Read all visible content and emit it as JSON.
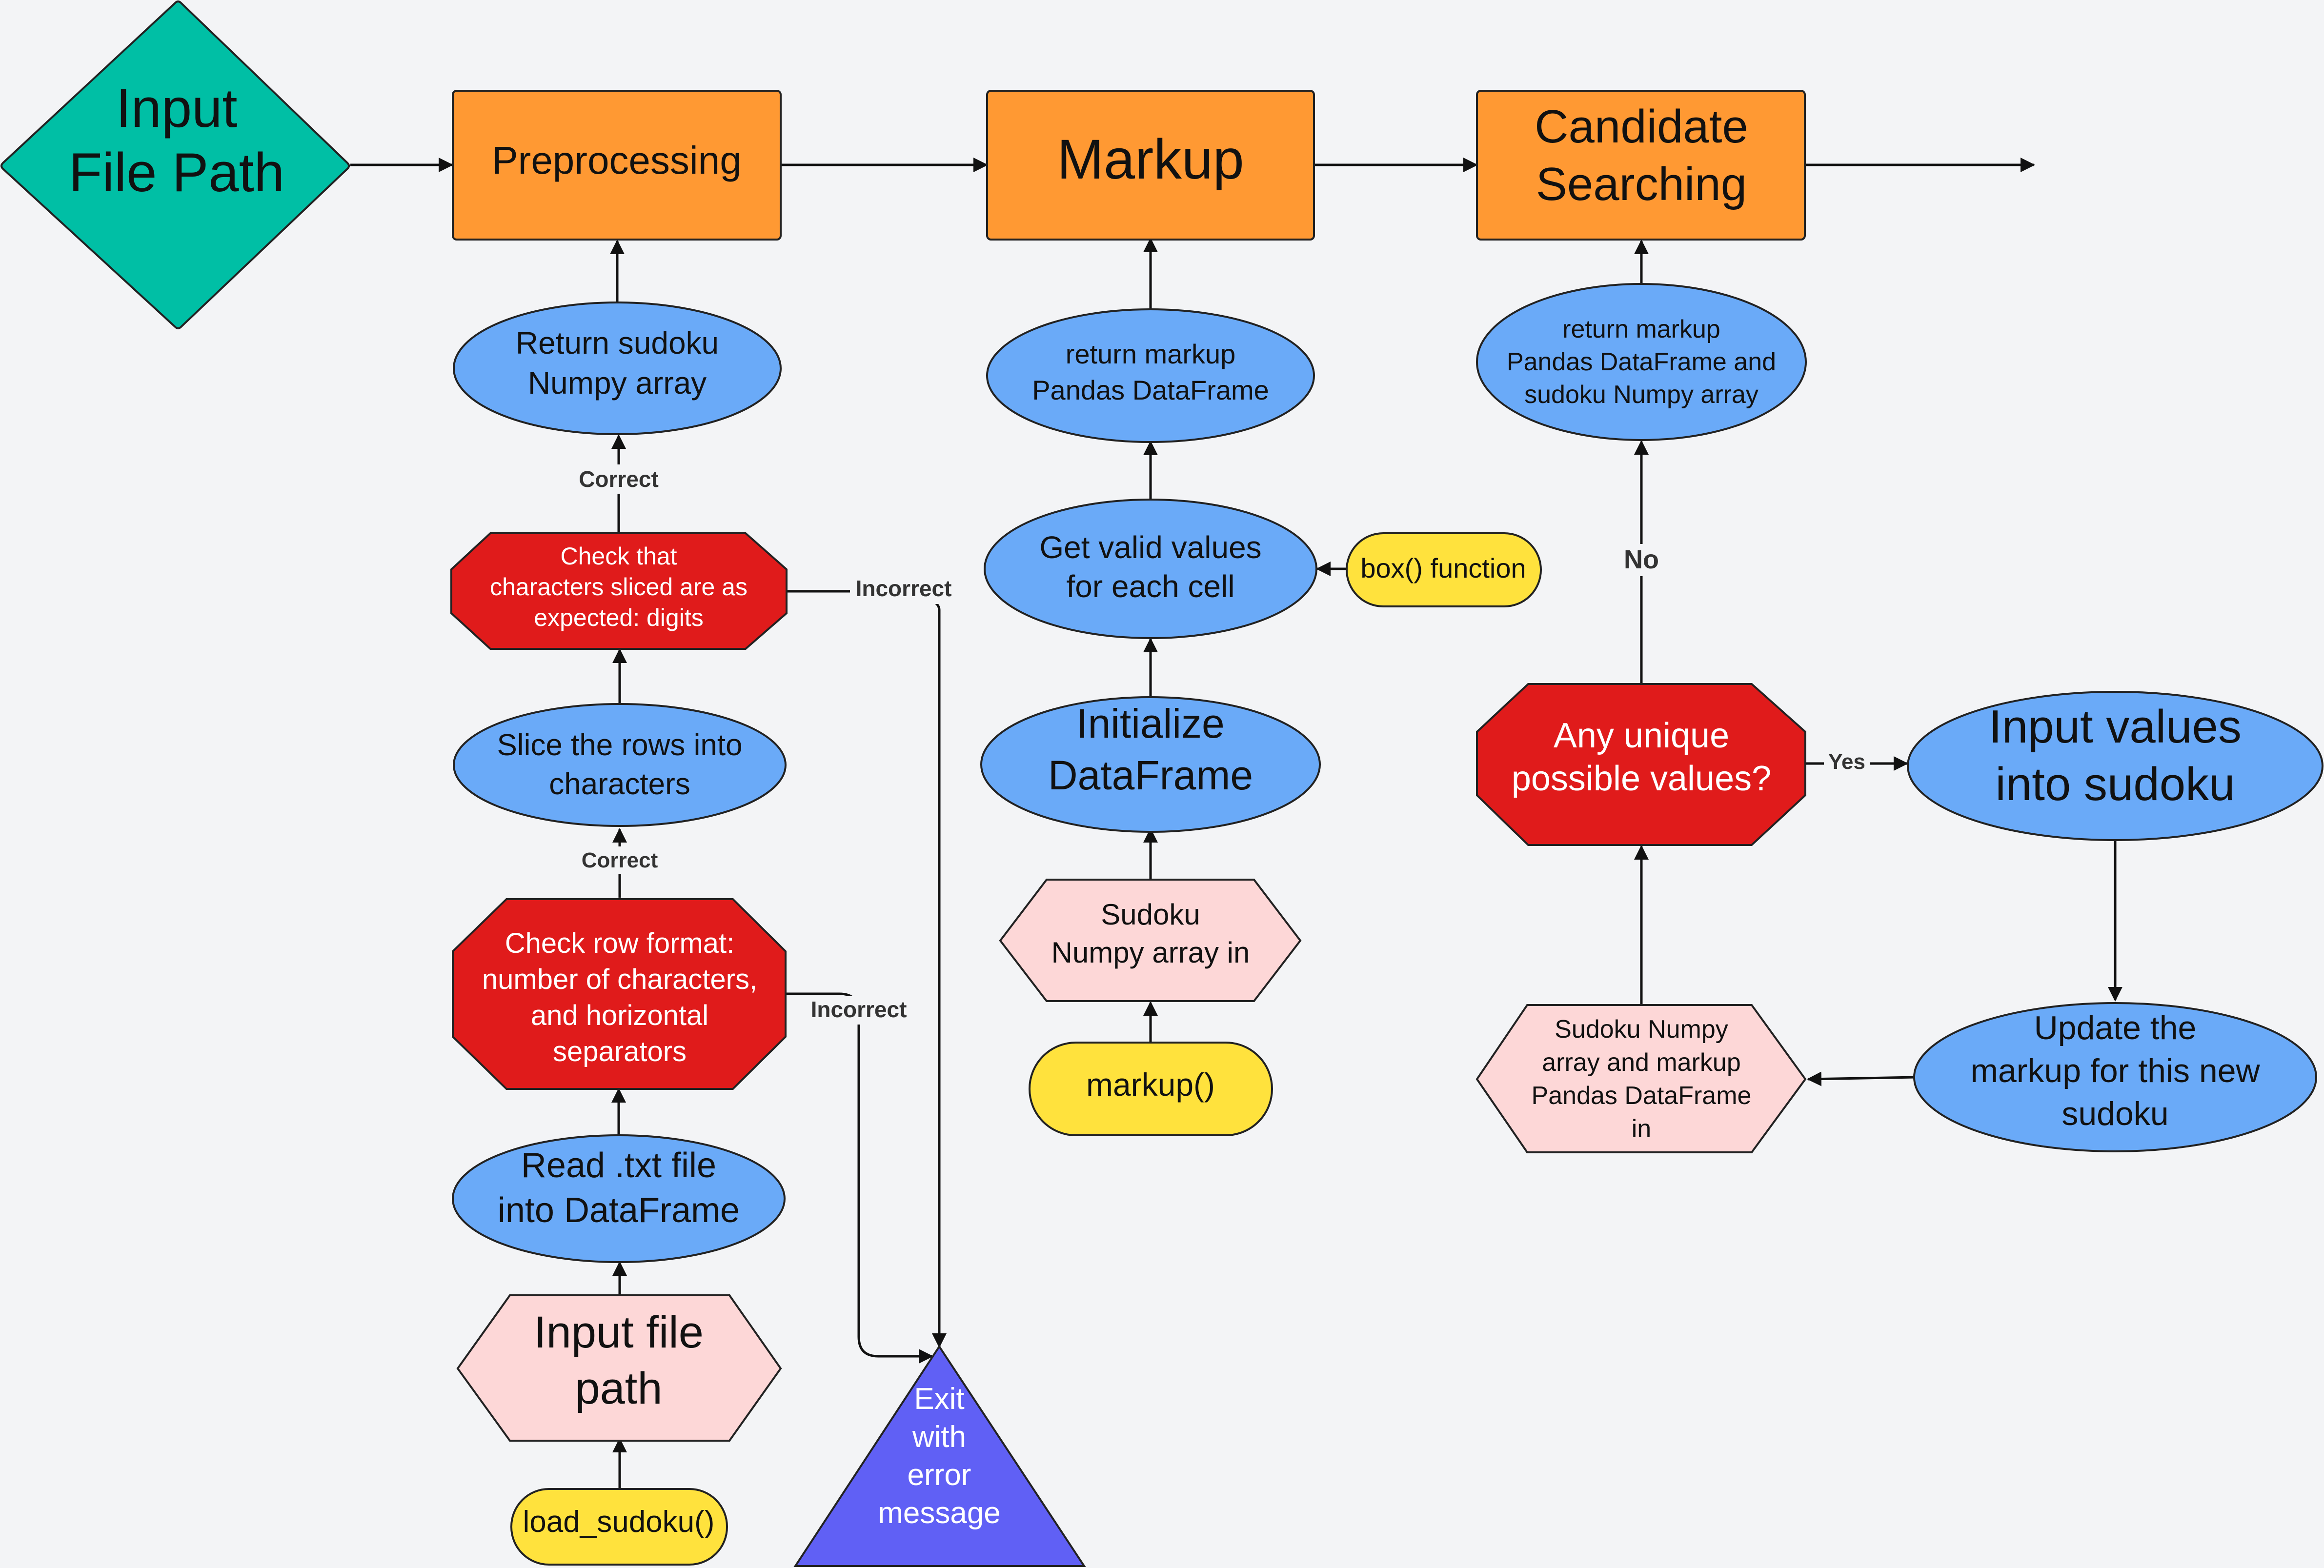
{
  "colors": {
    "background": "#f3f4f6",
    "teal": "#00bfa5",
    "orange": "#ff9933",
    "blue": "#6aaaf8",
    "red": "#e01b1b",
    "pink": "#fdd7d7",
    "yellow": "#ffe23d",
    "purple": "#6060f5"
  },
  "nodes": {
    "input_file_path_diamond": [
      "Input",
      "File Path"
    ],
    "preprocessing": [
      "Preprocessing"
    ],
    "markup": [
      "Markup"
    ],
    "candidate_searching": [
      "Candidate",
      "Searching"
    ],
    "return_sudoku_numpy": [
      "Return sudoku",
      "Numpy array"
    ],
    "check_characters": [
      "Check that",
      "characters sliced are as",
      "expected: digits"
    ],
    "slice_rows": [
      "Slice the rows into",
      "characters"
    ],
    "check_row_format": [
      "Check row format:",
      "number of characters,",
      "and horizontal",
      "separators"
    ],
    "read_txt": [
      "Read .txt file",
      "into DataFrame"
    ],
    "input_file_path_hex": [
      "Input file",
      "path"
    ],
    "load_sudoku": [
      "load_sudoku()"
    ],
    "exit_error": [
      "Exit",
      "with",
      "error",
      "message"
    ],
    "return_markup_df": [
      "return markup",
      "Pandas DataFrame"
    ],
    "get_valid_values": [
      "Get valid values",
      "for each cell"
    ],
    "box_function": [
      "box() function"
    ],
    "initialize_df": [
      "Initialize",
      "DataFrame"
    ],
    "sudoku_numpy_in": [
      "Sudoku",
      "Numpy array in"
    ],
    "markup_fn": [
      "markup()"
    ],
    "return_markup_and_numpy": [
      "return markup",
      "Pandas DataFrame and",
      "sudoku Numpy array"
    ],
    "any_unique": [
      "Any unique",
      "possible values?"
    ],
    "input_values": [
      "Input values",
      "into sudoku"
    ],
    "update_markup": [
      "Update the",
      "markup for this new",
      "sudoku"
    ],
    "sudoku_and_markup_in": [
      "Sudoku Numpy",
      "array and markup",
      "Pandas DataFrame",
      "in"
    ]
  },
  "edge_labels": {
    "correct_top": "Correct",
    "correct_bottom": "Correct",
    "incorrect_top": "Incorrect",
    "incorrect_bottom": "Incorrect",
    "no": "No",
    "yes": "Yes"
  }
}
